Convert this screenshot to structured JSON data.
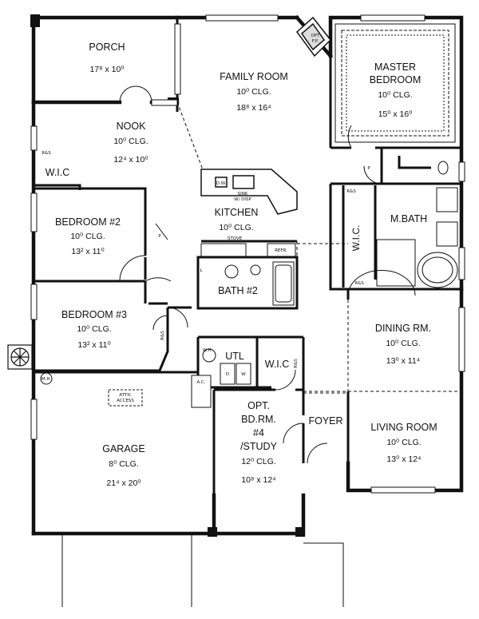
{
  "plan": {
    "rooms": {
      "porch": {
        "name": "PORCH",
        "size": "17⁸ x 10⁰"
      },
      "family_room": {
        "name": "FAMILY ROOM",
        "ceiling": "10⁰ CLG.",
        "size": "18⁸ x 16⁴"
      },
      "master_bedroom": {
        "name_line1": "MASTER",
        "name_line2": "BEDROOM",
        "ceiling": "10⁰ CLG.",
        "size": "15⁰ x 16⁰"
      },
      "nook": {
        "name": "NOOK",
        "ceiling": "10⁰ CLG.",
        "size": "12⁴ x 10⁰"
      },
      "kitchen": {
        "name": "KITCHEN",
        "ceiling": "10⁰ CLG."
      },
      "bedroom2": {
        "name": "BEDROOM #2",
        "ceiling": "10⁰ CLG.",
        "size": "13² x 11⁰"
      },
      "bath2": {
        "name": "BATH #2"
      },
      "m_bath": {
        "name": "M.BATH"
      },
      "bedroom3": {
        "name": "BEDROOM #3",
        "ceiling": "10⁰ CLG.",
        "size": "13² x 11⁰"
      },
      "dining": {
        "name": "DINING RM.",
        "ceiling": "10⁰ CLG.",
        "size": "13⁰ x 11⁴"
      },
      "utl": {
        "name": "UTL"
      },
      "wic_util": {
        "name": "W.I.C"
      },
      "wic_bed2": {
        "name": "W.I.C"
      },
      "wic_master": {
        "name": "W.I.C."
      },
      "garage": {
        "name": "GARAGE",
        "ceiling": "8⁰ CLG.",
        "size": "21⁴ x 20⁰"
      },
      "bedroom4": {
        "line1": "OPT.",
        "line2": "BD.RM.",
        "line3": "#4",
        "line4": "/STUDY",
        "ceiling": "12⁰ CLG.",
        "size": "10⁸ x 12⁴"
      },
      "foyer": {
        "name": "FOYER"
      },
      "living": {
        "name": "LIVING ROOM",
        "ceiling": "10⁰ CLG.",
        "size": "13⁰ x 12⁴"
      }
    },
    "small_labels": {
      "opt_fp_1": "OPT",
      "opt_fp_2": "F.P.",
      "sink_1": "SINK",
      "sink_2": "W/ DISP",
      "dw": "D.W.",
      "stove": "STOVE",
      "refr": "REFR.",
      "attic_1": "ATTIC",
      "attic_2": "ACCESS",
      "mh": "M.H.",
      "ac": "A.C.",
      "wh": "W.H.",
      "d": "D",
      "w": "W",
      "rs": "R&S",
      "p": "P",
      "l": "L"
    }
  }
}
